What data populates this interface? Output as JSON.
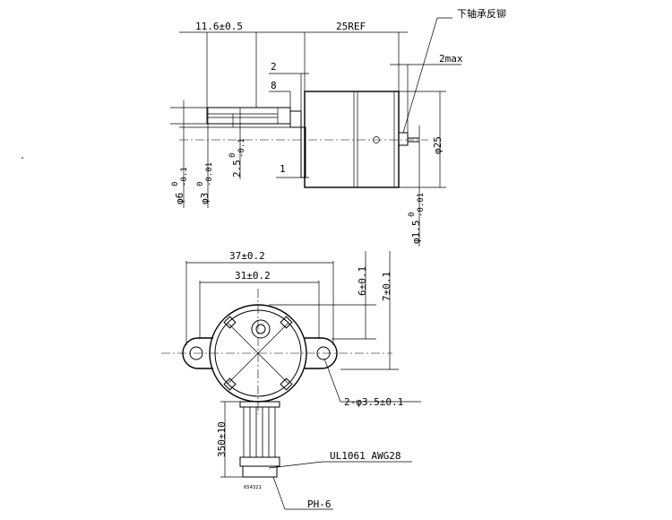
{
  "side_view": {
    "dim_length_shaft": "11.6±0.5",
    "dim_length_body": "25REF",
    "note_bearing": "下轴承反铆",
    "dim_bearing_max": "2max",
    "dim_step_2": "2",
    "dim_step_8": "8",
    "dim_flat": "2.5",
    "dim_flat_tol_top": "0",
    "dim_flat_tol_bottom": "-0.1",
    "dim_flange": "1",
    "dim_boss_dia": "φ6",
    "dim_boss_tol_top": "0",
    "dim_boss_tol_bottom": "-0.1",
    "dim_shaft_dia": "φ3",
    "dim_shaft_tol_top": "0",
    "dim_shaft_tol_bottom": "-0.01",
    "dim_body_dia": "φ25",
    "dim_rear_shaft_dia": "φ1.5",
    "dim_rear_tol_top": "0",
    "dim_rear_tol_bottom": "-0.01"
  },
  "front_view": {
    "dim_hole_pitch": "37±0.2",
    "dim_mount_width": "31±0.2",
    "dim_offset_6": "6±0.1",
    "dim_offset_7": "7±0.1",
    "dim_holes": "2-φ3.5±0.1",
    "dim_wire_length": "350±10",
    "label_wire": "UL1061 AWG28",
    "label_connector": "PH-6",
    "pin_numbers": "654321"
  }
}
